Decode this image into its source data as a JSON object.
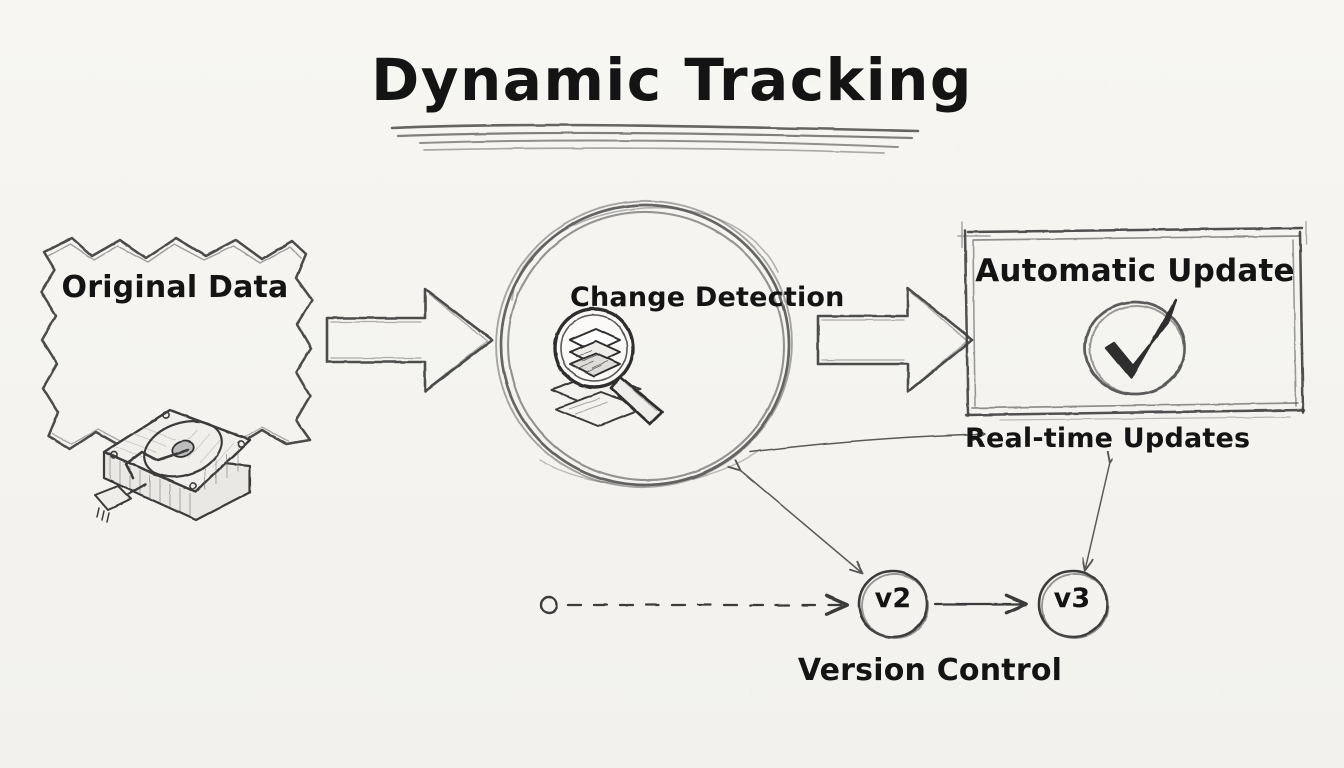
{
  "title": "Dynamic Tracking",
  "background_color": "#f5f4f1",
  "ink_color": "#1a1a1a",
  "nodes": {
    "source": {
      "label": "Original Data",
      "icon": "hard-disk-drive-icon",
      "shape": "jagged-box"
    },
    "process": {
      "label": "Change Detection",
      "icon": "magnifying-glass-layers-icon",
      "shape": "sketch-circle"
    },
    "output": {
      "label": "Automatic Update",
      "icon": "circled-checkmark-icon",
      "shape": "sketch-rectangle"
    }
  },
  "annotations": {
    "realtime": "Real-time Updates",
    "version_control": "Version Control"
  },
  "versions": [
    {
      "label": "v2"
    },
    {
      "label": "v3"
    }
  ],
  "arrows": {
    "source_to_process": "block-arrow-right",
    "process_to_output": "block-arrow-right",
    "process_to_realtime": "thin-arrow-right",
    "process_to_v2": "double-headed-arrow",
    "realtime_to_v3": "double-headed-arrow",
    "v2_to_v3": "thin-arrow-right",
    "start_to_v2": "dashed-arrow-right"
  }
}
